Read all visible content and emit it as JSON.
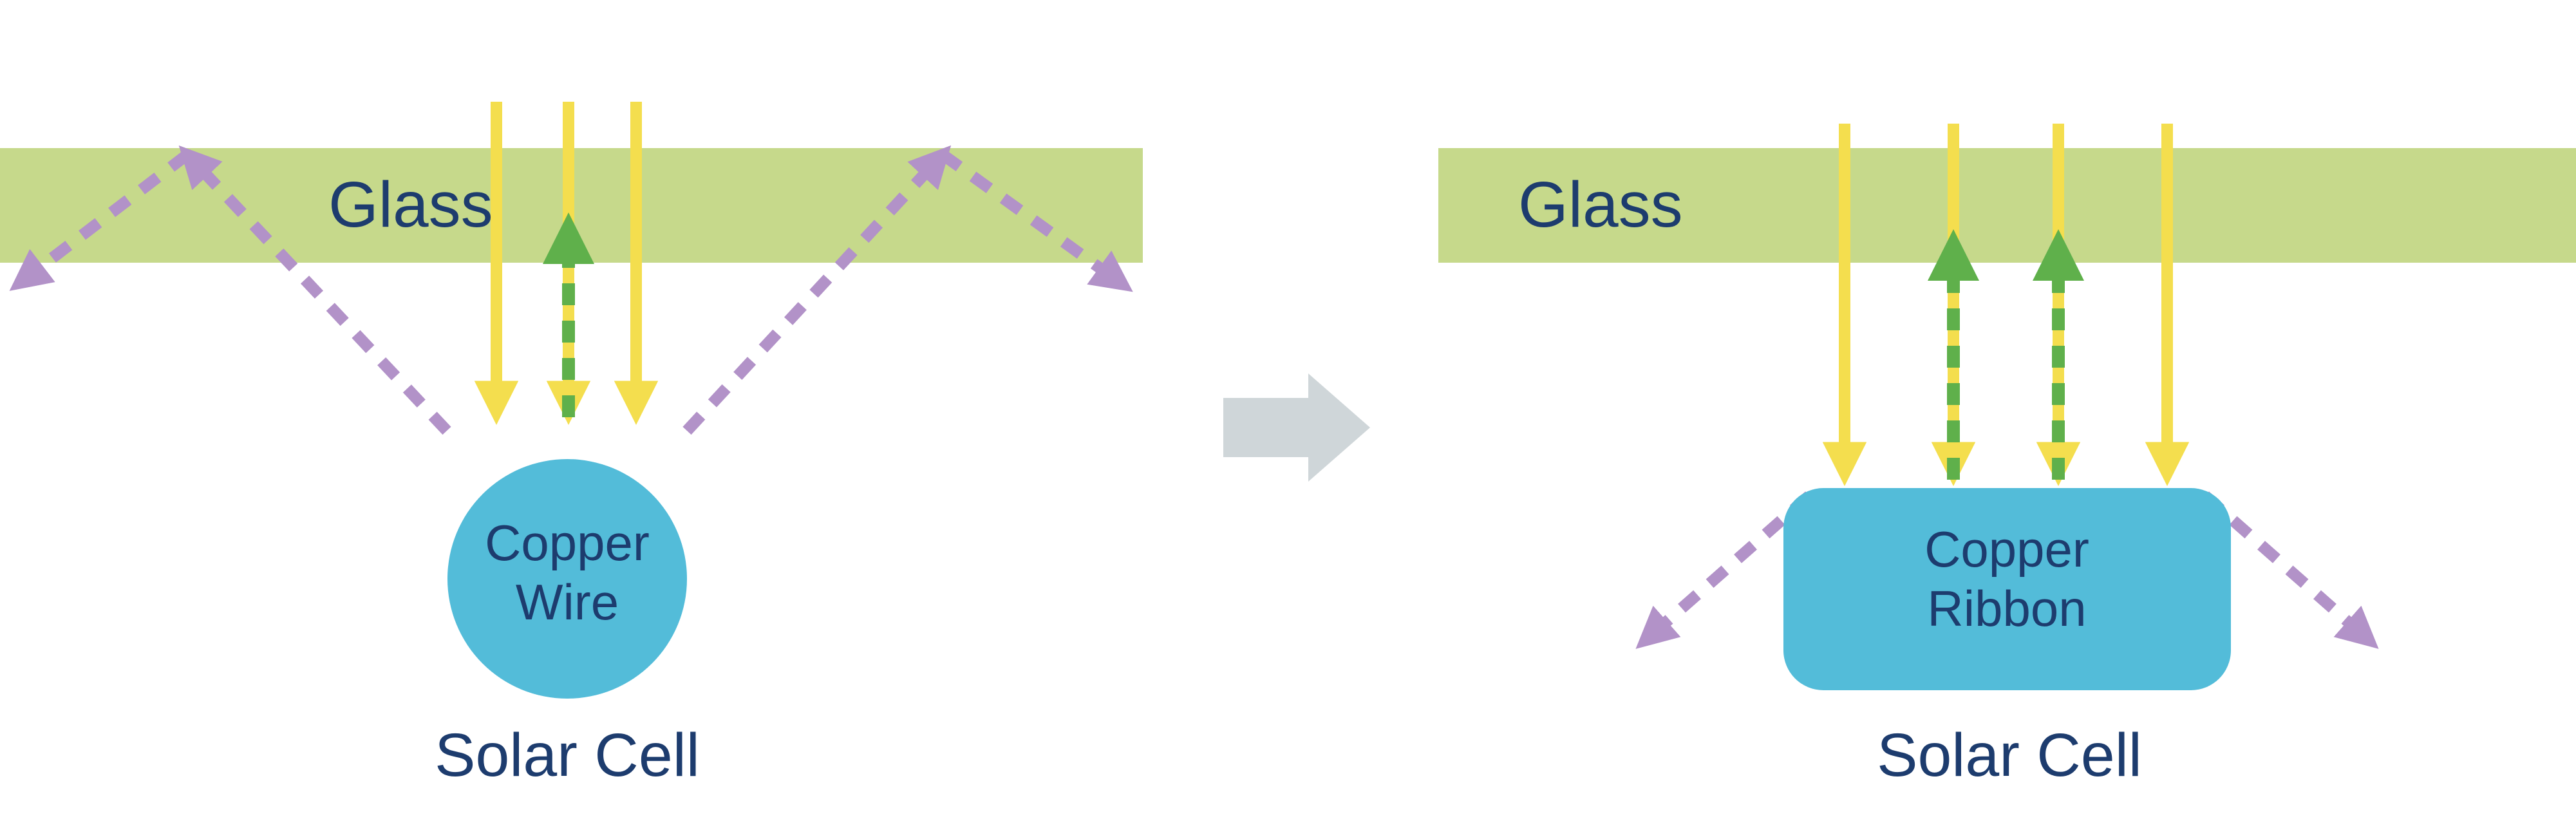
{
  "left_panel": {
    "glass_label": "Glass",
    "component": {
      "line1": "Copper",
      "line2": "Wire"
    },
    "caption": "Solar Cell"
  },
  "right_panel": {
    "glass_label": "Glass",
    "component": {
      "line1": "Copper",
      "line2": "Ribbon"
    },
    "caption": "Solar Cell"
  },
  "colors": {
    "glass": "#c6d98b",
    "sunlight": "#f4de4e",
    "absorbed_light": "#5fb04b",
    "reflected_light": "#b292c8",
    "copper": "#53bcd9",
    "label_text": "#1d3c6e",
    "transition_arrow": "#cfd6d9",
    "background": "#ffffff"
  }
}
